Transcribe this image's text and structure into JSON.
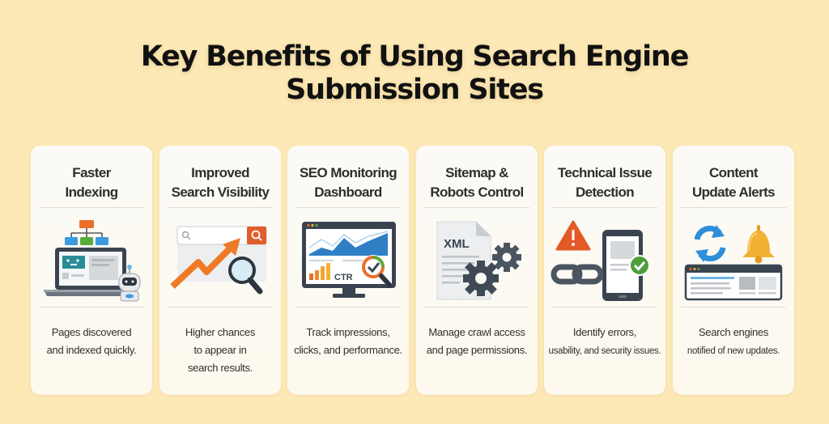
{
  "title": {
    "line1": "Key Benefits of Using Search Engine",
    "line2": "Submission Sites"
  },
  "colors": {
    "background": "#fde9b6",
    "card": "#fbfaf6",
    "heading_text": "#2e2e2e",
    "orange": "#e8702a",
    "blue": "#2f8fd8",
    "green": "#5aab3c",
    "slate": "#3f4a55",
    "yellow": "#f2b134"
  },
  "cards": [
    {
      "title_line1": "Faster",
      "title_line2": "Indexing",
      "icon": "laptop-sitemap-robot-icon",
      "desc_line1": "Pages discovered",
      "desc_line2": "and indexed quickly."
    },
    {
      "title_line1": "Improved",
      "title_line2": "Search Visibility",
      "icon": "search-bar-growth-arrow-magnifier-icon",
      "desc_line1": "Higher chances",
      "desc_line2": "to appear in",
      "desc_line3": "search results."
    },
    {
      "title_line1": "SEO Monitoring",
      "title_line2": "Dashboard",
      "icon": "monitor-analytics-ctr-icon",
      "icon_label": "CTR",
      "desc_line1": "Track impressions,",
      "desc_line2": "clicks, and performance."
    },
    {
      "title_line1": "Sitemap &",
      "title_line2": "Robots Control",
      "icon": "xml-file-gears-icon",
      "icon_label": "XML",
      "desc_line1": "Manage crawl access",
      "desc_line2": "and page permissions."
    },
    {
      "title_line1": "Technical Issue",
      "title_line2": "Detection",
      "icon": "warning-link-mobile-check-icon",
      "desc_line1": "Identify errors,",
      "desc_line2": "usability, and security issues."
    },
    {
      "title_line1": "Content",
      "title_line2": "Update Alerts",
      "icon": "refresh-bell-browser-icon",
      "desc_line1": "Search engines",
      "desc_line2": "notified of new updates."
    }
  ]
}
